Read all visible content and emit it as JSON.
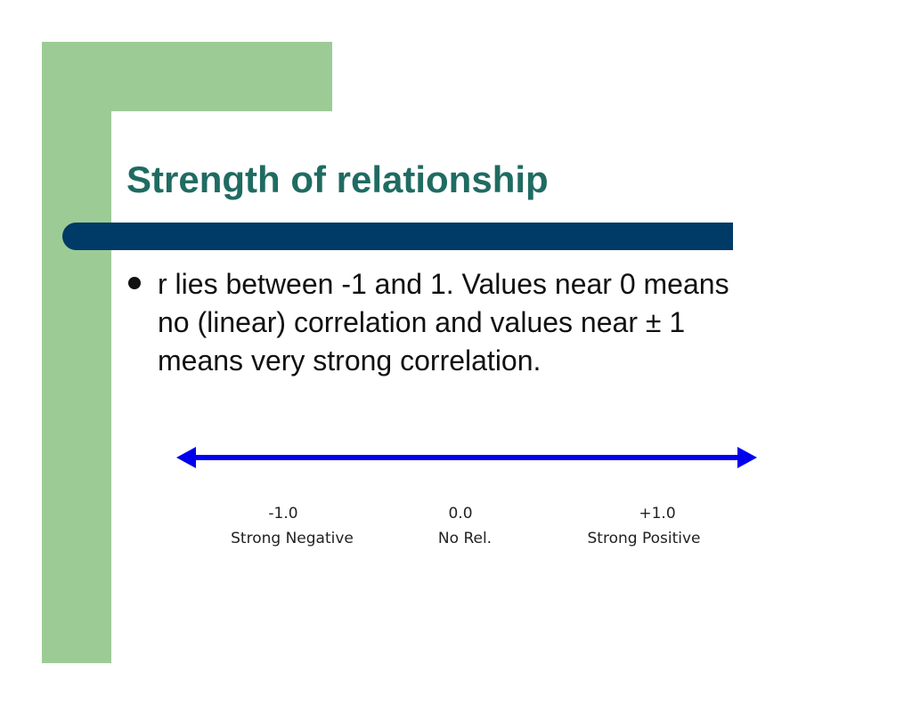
{
  "slide": {
    "title": "Strength of relationship",
    "bullet": "r lies between -1 and 1. Values near 0 means no (linear) correlation and values near ± 1 means very strong correlation."
  },
  "scale": {
    "colors": {
      "arrow": "#0000ee",
      "title": "#1f6b62",
      "bar": "#003a66",
      "accent": "#9dcb96"
    },
    "ticks": [
      {
        "value": "-1.0",
        "label": "Strong Negative"
      },
      {
        "value": "0.0",
        "label": "No Rel."
      },
      {
        "value": "+1.0",
        "label": "Strong Positive"
      }
    ]
  }
}
